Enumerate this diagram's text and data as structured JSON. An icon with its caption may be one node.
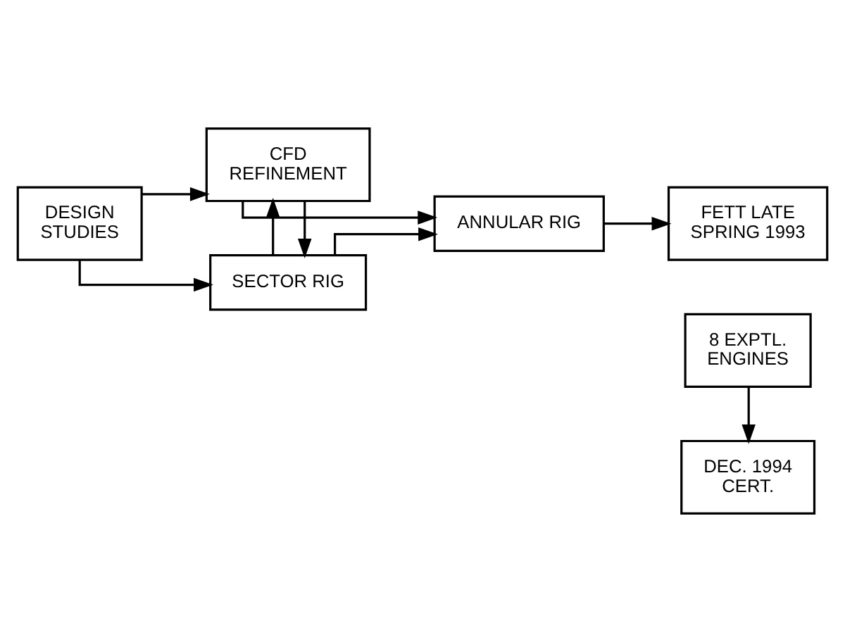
{
  "diagram": {
    "nodes": [
      {
        "text": [
          "DESIGN STUDIES"
        ]
      },
      {
        "text": [
          "SECTOR RIG"
        ]
      },
      {
        "text": [
          "CFD REFINEMENT"
        ]
      },
      {
        "text": [
          "ANNULAR RIG"
        ]
      },
      {
        "text": [
          "FETT LATE SPRING 1993"
        ]
      },
      {
        "text": [
          "8 EXPTL. ENGINES"
        ]
      },
      {
        "text": [
          "DEC. 1994 CERT."
        ]
      }
    ],
    "edges": [
      {
        "from": 0,
        "to": 1,
        "arrow": "to"
      },
      {
        "from": 0,
        "to": 2,
        "arrow": "to"
      },
      {
        "from": 2,
        "to": 1,
        "arrow": "to"
      },
      {
        "from": 1,
        "to": 2,
        "arrow": "to"
      },
      {
        "from": 1,
        "to": 3,
        "arrow": "to"
      },
      {
        "from": 2,
        "to": 3,
        "arrow": "to"
      },
      {
        "from": 3,
        "to": 4,
        "arrow": "to"
      },
      {
        "from": 5,
        "to": 6,
        "arrow": "to"
      }
    ]
  }
}
